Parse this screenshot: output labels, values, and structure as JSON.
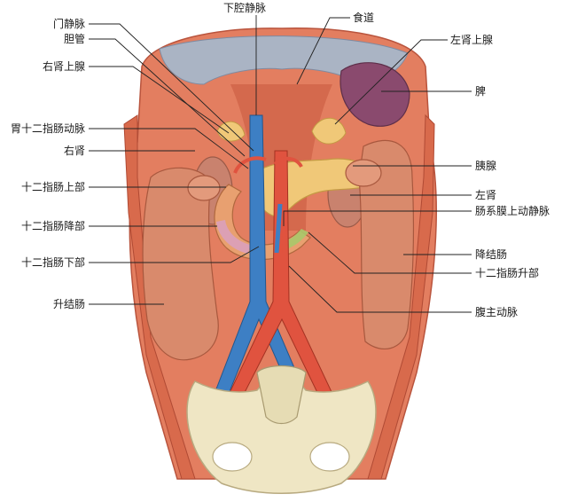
{
  "labels": {
    "ivc": "下腔静脉",
    "portal_vein": "门静脉",
    "bile_duct": "胆管",
    "esophagus": "食道",
    "right_adrenal": "右肾上腺",
    "left_adrenal": "左肾上腺",
    "spleen": "脾",
    "gastroduodenal_artery": "胃十二指肠动脉",
    "right_kidney": "右肾",
    "pancreas": "胰腺",
    "duodenum_superior": "十二指肠上部",
    "left_kidney": "左肾",
    "superior_mesenteric_vein": "肠系膜上动静脉",
    "duodenum_descending": "十二指肠降部",
    "descending_colon": "降结肠",
    "duodenum_inferior": "十二指肠下部",
    "duodenum_ascending": "十二指肠升部",
    "ascending_colon": "升结肠",
    "abdominal_aorta": "腹主动脉"
  },
  "colors": {
    "muscle": "#e0795c",
    "muscle_dark": "#c85a42",
    "diaphragm_tendon": "#aab4c4",
    "bone": "#efe6c4",
    "vein": "#3d7fc4",
    "artery": "#e0533f",
    "pancreas": "#f0c878",
    "spleen": "#8a4a6e",
    "kidney": "#c9826e",
    "colon": "#d98a6c",
    "leader": "#222222"
  }
}
